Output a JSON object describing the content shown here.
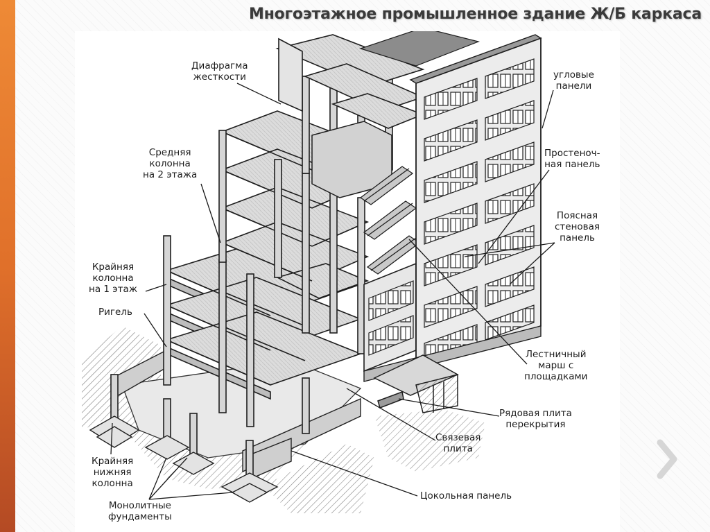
{
  "slide": {
    "title": "Многоэтажное промышленное здание Ж/Б каркаса",
    "accent_color": "#e0702a"
  },
  "diagram": {
    "labels": {
      "diaphragm": [
        "Диафрагма",
        "жесткости"
      ],
      "middle_column": [
        "Средняя",
        "колонна",
        "на 2 этажа"
      ],
      "edge_column": [
        "Крайняя",
        "колонна",
        "на 1 этаж"
      ],
      "crossbar": [
        "Ригель"
      ],
      "bottom_column": [
        "Крайняя",
        "нижняя",
        "колонна"
      ],
      "foundations": [
        "Монолитные",
        "фундаменты"
      ],
      "corner_panels": [
        "угловые",
        "панели"
      ],
      "pier_panel": [
        "Простеноч-",
        "ная панель"
      ],
      "belt_panel": [
        "Поясная",
        "стеновая",
        "панель"
      ],
      "stair_flight": [
        "Лестничный",
        "марш с",
        "площадками"
      ],
      "floor_slab": [
        "Рядовая плита",
        "перекрытия"
      ],
      "tie_slab": [
        "Связевая",
        "плита"
      ],
      "plinth_panel": [
        "Цокольная панель"
      ]
    }
  },
  "navigation": {
    "next_icon": "chevron-right-icon"
  }
}
